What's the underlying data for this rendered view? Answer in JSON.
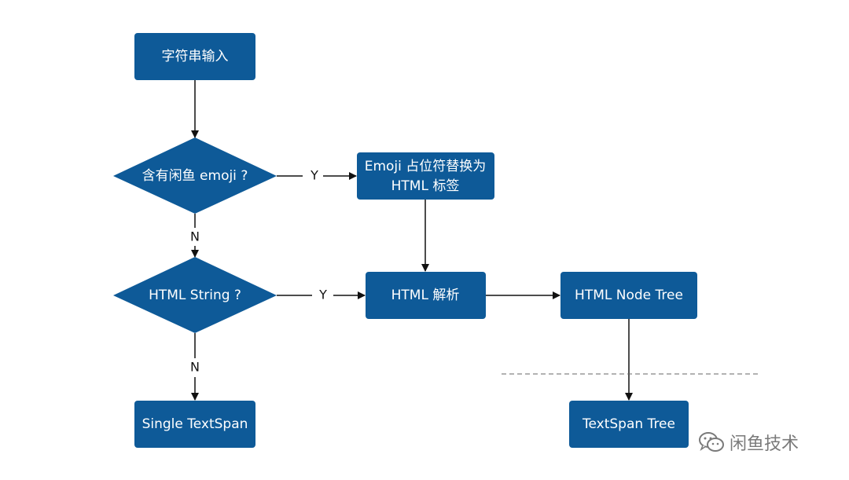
{
  "diagram": {
    "nodes": {
      "input": "字符串输入",
      "has_emoji": "含有闲鱼 emoji ?",
      "emoji_replace_line1": "Emoji 占位符替换为",
      "emoji_replace_line2": "HTML 标签",
      "is_html": "HTML String ?",
      "html_parse": "HTML 解析",
      "html_node_tree": "HTML Node Tree",
      "single_textspan": "Single TextSpan",
      "textspan_tree": "TextSpan Tree"
    },
    "edge_labels": {
      "emoji_yes": "Y",
      "emoji_no": "N",
      "html_yes": "Y",
      "html_no": "N"
    },
    "colors": {
      "node_fill": "#0e5a98",
      "node_text": "#ffffff",
      "edge": "#111111"
    }
  },
  "watermark": {
    "icon": "wechat-icon",
    "text": "闲鱼技术"
  }
}
